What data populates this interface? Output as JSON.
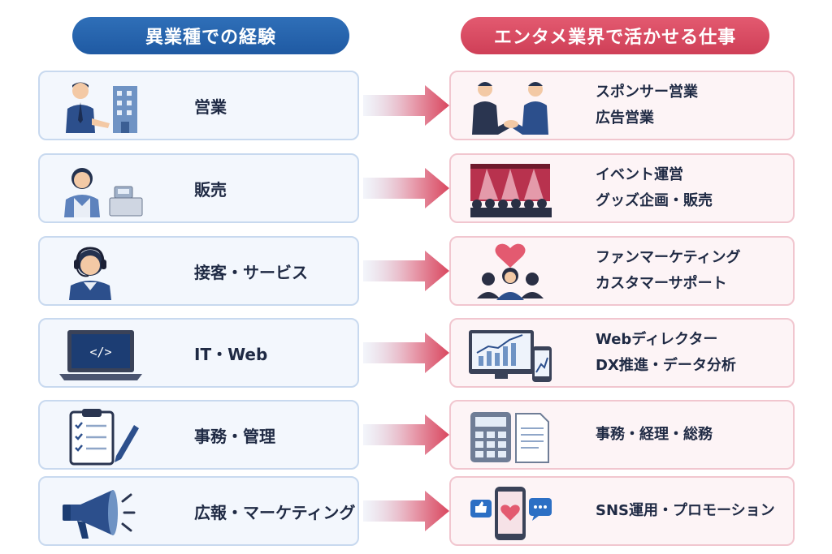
{
  "headers": {
    "left": "異業種での経験",
    "right": "エンタメ業界で活かせる仕事"
  },
  "rows": [
    {
      "left": "営業",
      "right1": "スポンサー営業",
      "right2": "広告営業"
    },
    {
      "left": "販売",
      "right1": "イベント運営",
      "right2": "グッズ企画・販売"
    },
    {
      "left": "接客・サービス",
      "right1": "ファンマーケティング",
      "right2": "カスタマーサポート"
    },
    {
      "left": "IT・Web",
      "right1": "Webディレクター",
      "right2": "DX推進・データ分析"
    },
    {
      "left": "事務・管理",
      "right1": "事務・経理・総務",
      "right2": ""
    },
    {
      "left": "広報・マーケティング",
      "right1": "SNS運用・プロモーション",
      "right2": ""
    }
  ],
  "icons": {
    "left": [
      "businessman-handshake-icon",
      "cashier-icon",
      "headset-operator-icon",
      "laptop-code-icon",
      "clipboard-checklist-icon",
      "megaphone-icon"
    ],
    "right": [
      "handshake-icon",
      "concert-stage-icon",
      "fan-heart-icon",
      "analytics-dashboard-icon",
      "calculator-document-icon",
      "smartphone-social-icon"
    ]
  },
  "colors": {
    "left_accent": "#1f5aa3",
    "right_accent": "#cf3f57",
    "left_card": "#f3f7fd",
    "right_card": "#fdf4f6"
  }
}
